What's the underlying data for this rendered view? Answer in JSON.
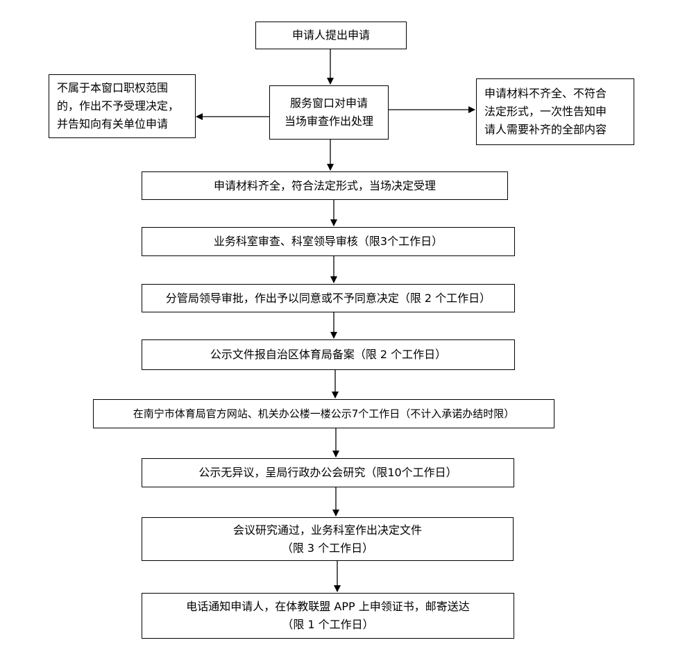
{
  "flowchart": {
    "nodes": {
      "apply": "申请人提出申请",
      "window": "服务窗口对申请\n当场审查作出处理",
      "reject": "不属于本窗口职权范围\n的，作出不予受理决定，\n并告知向有关单位申请",
      "incomplete": "申请材料不齐全、不符合\n法定形式，一次性告知申\n请人需要补齐的全部内容",
      "accept": "申请材料齐全，符合法定形式，当场决定受理",
      "review": "业务科室审查、科室领导审核（限3个工作日）",
      "approve": "分管局领导审批，作出予以同意或不予同意决定（限 2 个工作日）",
      "filing": "公示文件报自治区体育局备案（限 2 个工作日）",
      "publicity": "在南宁市体育局官方网站、机关办公楼一楼公示7个工作日（不计入承诺办结时限）",
      "meeting": "公示无异议，呈局行政办公会研究（限10个工作日）",
      "decision": "会议研究通过，业务科室作出决定文件\n（限 3 个工作日）",
      "notify": "电话通知申请人，在体教联盟 APP 上申领证书，邮寄送达\n（限 1 个工作日）"
    }
  }
}
